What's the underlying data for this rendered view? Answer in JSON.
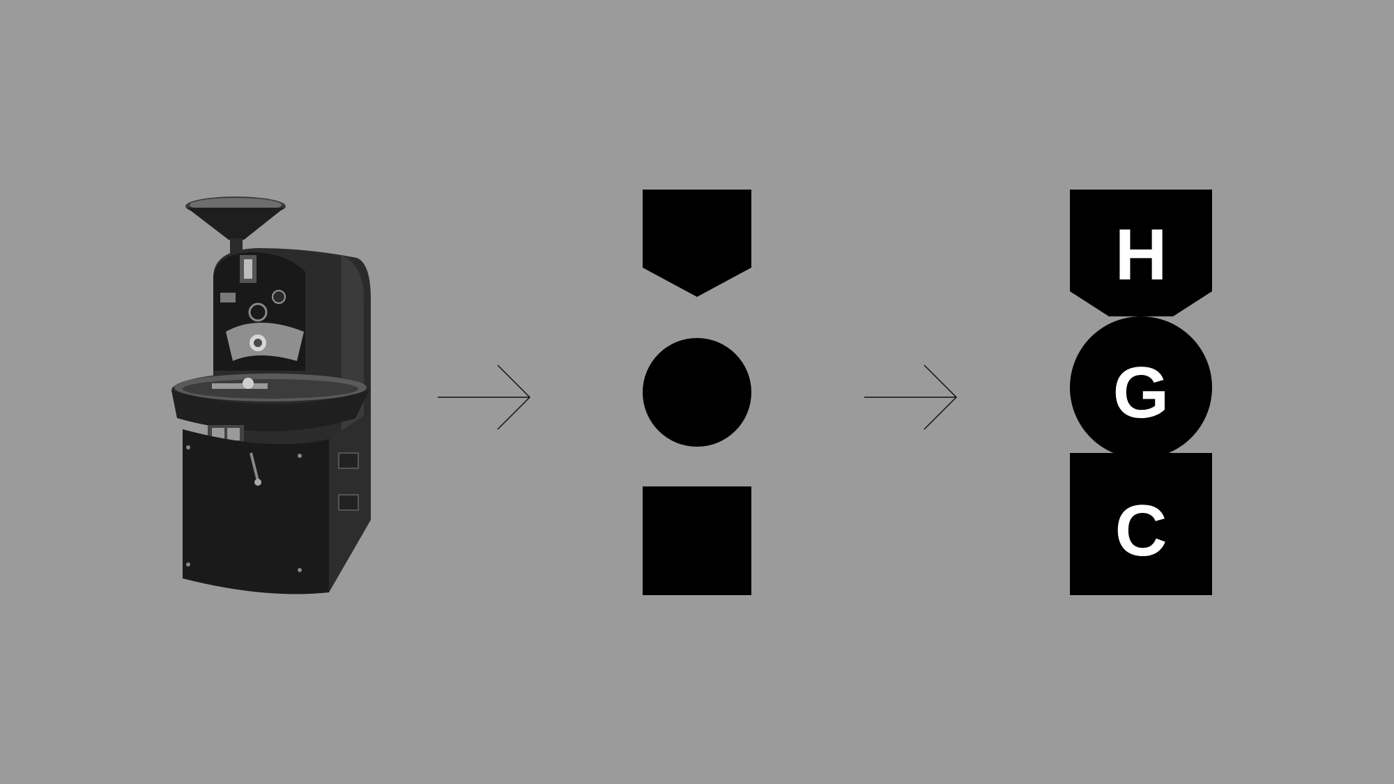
{
  "scene": {
    "background_color": "#9b9b9b",
    "ink_color": "#000000",
    "letter_color": "#ffffff"
  },
  "steps": [
    {
      "name": "coffee-roaster",
      "kind": "photo"
    },
    {
      "name": "arrow-right-icon"
    },
    {
      "name": "abstract-shapes",
      "shapes": [
        "pentagon-pointing-down",
        "circle",
        "square"
      ]
    },
    {
      "name": "arrow-right-icon"
    },
    {
      "name": "hgc-logo"
    }
  ],
  "logo": {
    "letters": [
      "H",
      "G",
      "C"
    ]
  }
}
